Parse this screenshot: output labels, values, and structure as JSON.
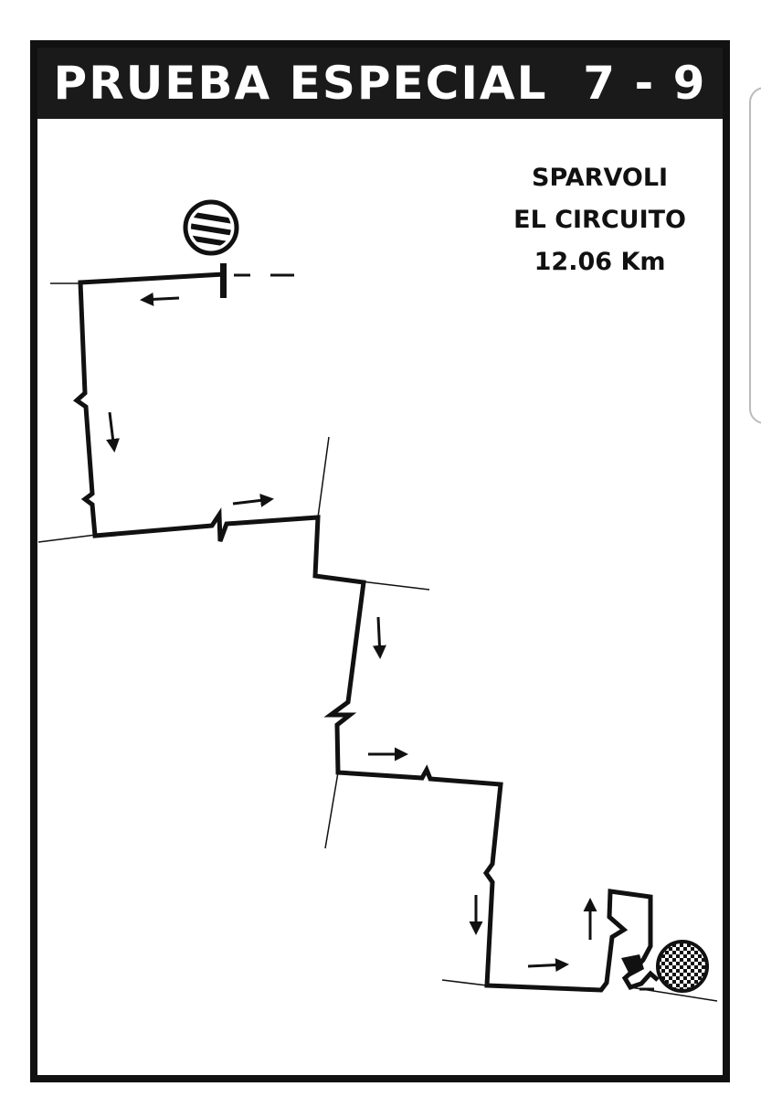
{
  "header": {
    "title": "PRUEBA ESPECIAL  7 - 9"
  },
  "stage": {
    "line1": "SPARVOLI",
    "line2": "EL CIRCUITO",
    "distance": "12.06 Km"
  },
  "map": {
    "start_icon": "start-control-icon",
    "finish_icon": "checkered-flag-icon",
    "direction_icon": "arrow-icon",
    "colors": {
      "ink": "#111111",
      "paper": "#ffffff"
    }
  }
}
